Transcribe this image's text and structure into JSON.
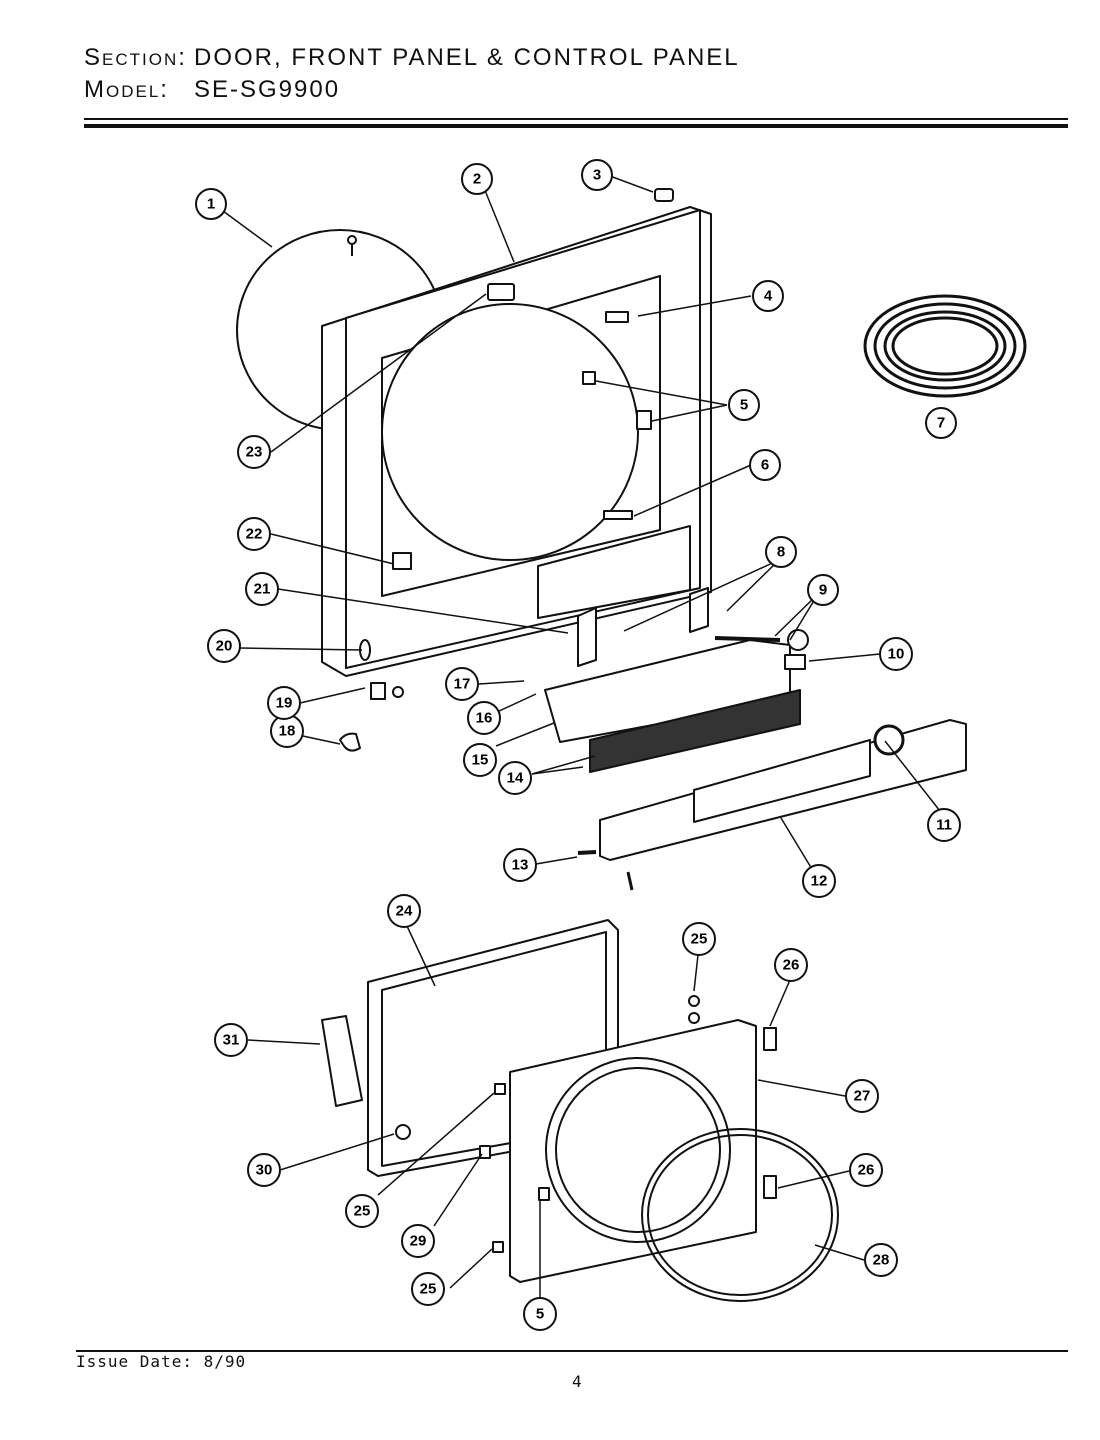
{
  "header": {
    "section_label": "Section:",
    "section_value": "DOOR, FRONT PANEL & CONTROL PANEL",
    "model_label": "Model:",
    "model_value": "SE-SG9900"
  },
  "footer": {
    "issue_date": "Issue Date: 8/90",
    "page_number": "4"
  },
  "callouts": [
    {
      "id": "c1",
      "label": "1"
    },
    {
      "id": "c2",
      "label": "2"
    },
    {
      "id": "c3",
      "label": "3"
    },
    {
      "id": "c4",
      "label": "4"
    },
    {
      "id": "c5a",
      "label": "5"
    },
    {
      "id": "c6",
      "label": "6"
    },
    {
      "id": "c7",
      "label": "7"
    },
    {
      "id": "c8",
      "label": "8"
    },
    {
      "id": "c9",
      "label": "9"
    },
    {
      "id": "c10",
      "label": "10"
    },
    {
      "id": "c11",
      "label": "11"
    },
    {
      "id": "c12",
      "label": "12"
    },
    {
      "id": "c13",
      "label": "13"
    },
    {
      "id": "c14",
      "label": "14"
    },
    {
      "id": "c15",
      "label": "15"
    },
    {
      "id": "c16",
      "label": "16"
    },
    {
      "id": "c17",
      "label": "17"
    },
    {
      "id": "c18",
      "label": "18"
    },
    {
      "id": "c19",
      "label": "19"
    },
    {
      "id": "c20",
      "label": "20"
    },
    {
      "id": "c21",
      "label": "21"
    },
    {
      "id": "c22",
      "label": "22"
    },
    {
      "id": "c23",
      "label": "23"
    },
    {
      "id": "c24",
      "label": "24"
    },
    {
      "id": "c25a",
      "label": "25"
    },
    {
      "id": "c25b",
      "label": "25"
    },
    {
      "id": "c25c",
      "label": "25"
    },
    {
      "id": "c26a",
      "label": "26"
    },
    {
      "id": "c26b",
      "label": "26"
    },
    {
      "id": "c27",
      "label": "27"
    },
    {
      "id": "c28",
      "label": "28"
    },
    {
      "id": "c29",
      "label": "29"
    },
    {
      "id": "c30",
      "label": "30"
    },
    {
      "id": "c31",
      "label": "31"
    },
    {
      "id": "c5b",
      "label": "5"
    }
  ]
}
